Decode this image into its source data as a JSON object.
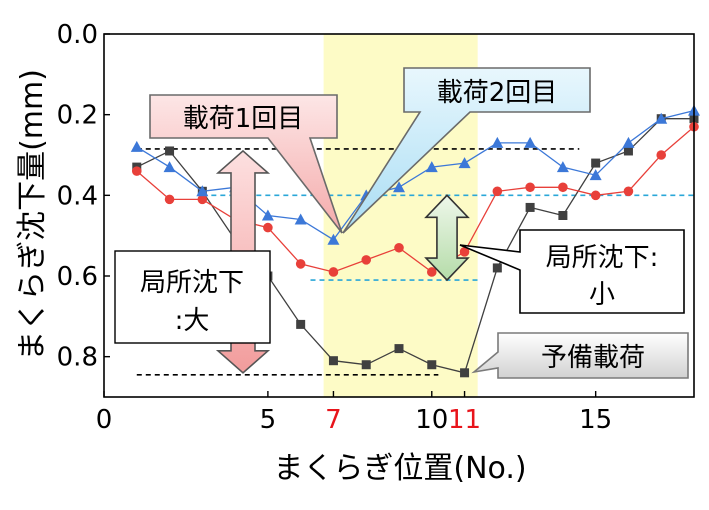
{
  "chart_data": {
    "type": "line",
    "title": "",
    "xlabel": "まくらぎ位置(No.)",
    "ylabel": "まくらぎ沈下量(mm)",
    "xlim": [
      0,
      18
    ],
    "ylim": [
      0.0,
      0.9
    ],
    "y_inverted": true,
    "grid": false,
    "x_ticks": [
      {
        "value": 0,
        "label": "0",
        "color": "#000000"
      },
      {
        "value": 5,
        "label": "5",
        "color": "#000000"
      },
      {
        "value": 7,
        "label": "7",
        "color": "#e8141b"
      },
      {
        "value": 10,
        "label": "10",
        "color": "#000000"
      },
      {
        "value": 11,
        "label": "11",
        "color": "#e8141b"
      },
      {
        "value": 15,
        "label": "15",
        "color": "#000000"
      }
    ],
    "y_ticks": [
      {
        "value": 0.0,
        "label": "0.0"
      },
      {
        "value": 0.2,
        "label": "0.2"
      },
      {
        "value": 0.4,
        "label": "0.4"
      },
      {
        "value": 0.6,
        "label": "0.6"
      },
      {
        "value": 0.8,
        "label": "0.8"
      }
    ],
    "series": [
      {
        "key": "preload",
        "color": "#404040",
        "marker": "square",
        "x": [
          1,
          2,
          3,
          4,
          5,
          6,
          7,
          8,
          9,
          10,
          11,
          12,
          13,
          14,
          15,
          16,
          17,
          18
        ],
        "values": [
          0.33,
          0.29,
          0.39,
          0.51,
          0.6,
          0.72,
          0.81,
          0.82,
          0.78,
          0.82,
          0.84,
          0.58,
          0.43,
          0.45,
          0.32,
          0.29,
          0.21,
          0.21
        ]
      },
      {
        "key": "load1",
        "color": "#e8403a",
        "marker": "circle",
        "x": [
          1,
          2,
          3,
          4,
          5,
          6,
          7,
          8,
          9,
          10,
          11,
          12,
          13,
          14,
          15,
          16,
          17,
          18
        ],
        "values": [
          0.34,
          0.41,
          0.41,
          0.46,
          0.48,
          0.57,
          0.59,
          0.56,
          0.53,
          0.59,
          0.54,
          0.39,
          0.38,
          0.38,
          0.4,
          0.39,
          0.3,
          0.23
        ]
      },
      {
        "key": "load2",
        "color": "#3c78d8",
        "marker": "triangle",
        "x": [
          1,
          2,
          3,
          4,
          5,
          6,
          7,
          8,
          9,
          10,
          11,
          12,
          13,
          14,
          15,
          16,
          17,
          18
        ],
        "values": [
          0.28,
          0.33,
          0.39,
          0.38,
          0.45,
          0.46,
          0.51,
          0.4,
          0.38,
          0.33,
          0.32,
          0.27,
          0.27,
          0.33,
          0.35,
          0.27,
          0.21,
          0.19
        ]
      }
    ],
    "reference_lines": [
      {
        "key": "ref-black-top",
        "y": 0.285,
        "x_from": 1.0,
        "x_to": 14.5,
        "color": "#000000"
      },
      {
        "key": "ref-black-bottom",
        "y": 0.845,
        "x_from": 1.0,
        "x_to": 10.2,
        "color": "#000000"
      },
      {
        "key": "ref-cyan-top",
        "y": 0.4,
        "x_from": 3.0,
        "x_to": 18.0,
        "color": "#2aa7d8"
      },
      {
        "key": "ref-cyan-bottom",
        "y": 0.61,
        "x_from": 6.3,
        "x_to": 11.5,
        "color": "#2aa7d8"
      }
    ],
    "highlight_region": {
      "x_from": 6.7,
      "x_to": 11.4,
      "color": "#fdfbc6"
    },
    "callouts": [
      {
        "key": "load1",
        "label": "載荷1回目",
        "fill": "#f9c3c3"
      },
      {
        "key": "load2",
        "label": "載荷2回目",
        "fill": "#c4e9f9"
      },
      {
        "key": "preload",
        "label": "予備載荷",
        "fill": "#e6e6e6"
      },
      {
        "key": "local-large",
        "lines": [
          "局所沈下",
          ":大"
        ],
        "fill": "#ffffff"
      },
      {
        "key": "local-small",
        "lines": [
          "局所沈下:",
          "小"
        ],
        "fill": "#ffffff"
      }
    ]
  }
}
